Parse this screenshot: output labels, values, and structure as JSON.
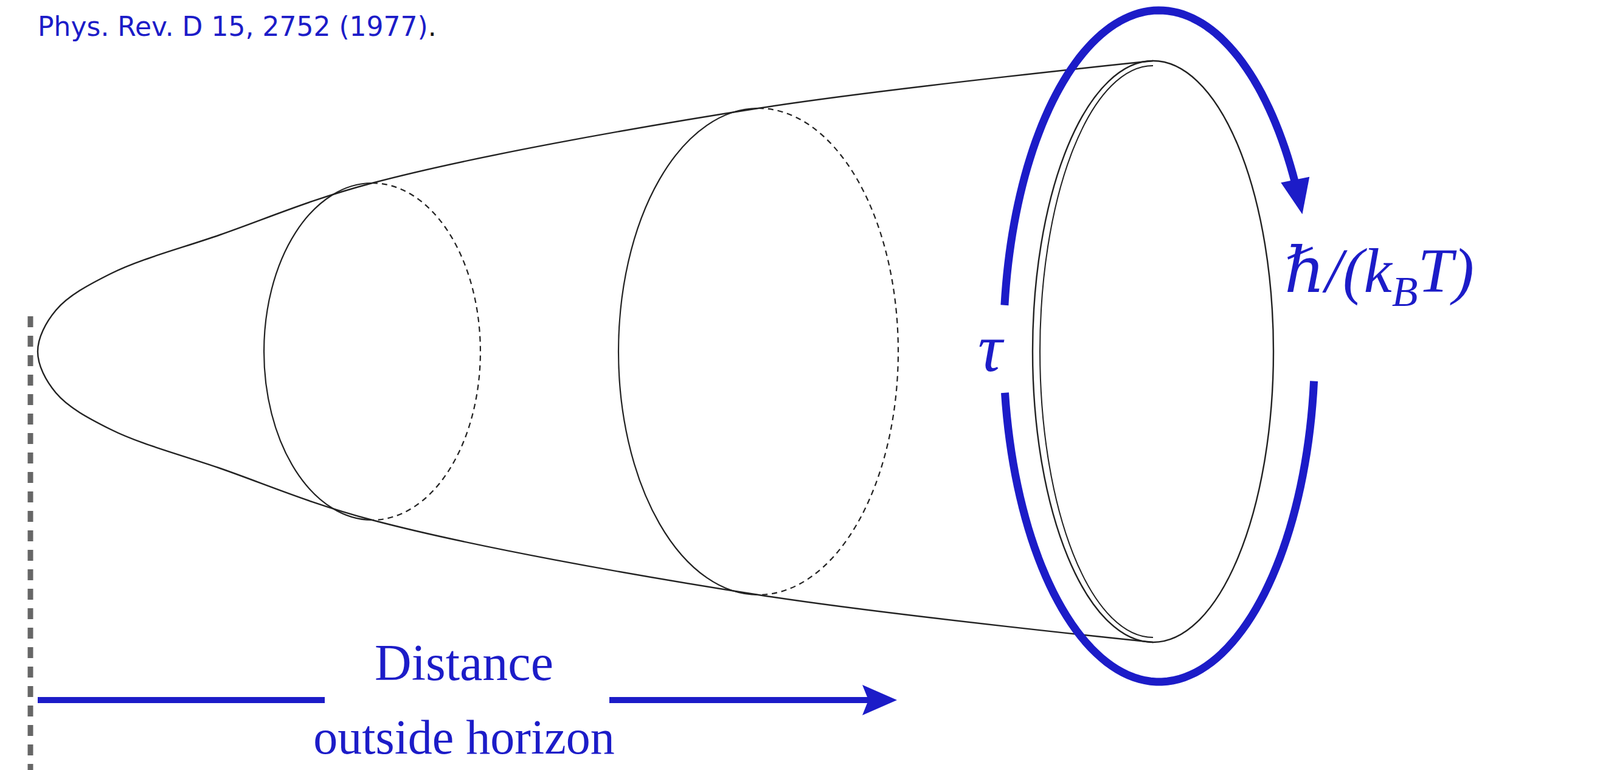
{
  "diagram": {
    "labels": [
      "Phys. Rev. D 15, 2752 (1977)",
      ".",
      "τ",
      "ℏ/(k",
      "B",
      "T)",
      "Distance",
      "outside horizon"
    ]
  }
}
